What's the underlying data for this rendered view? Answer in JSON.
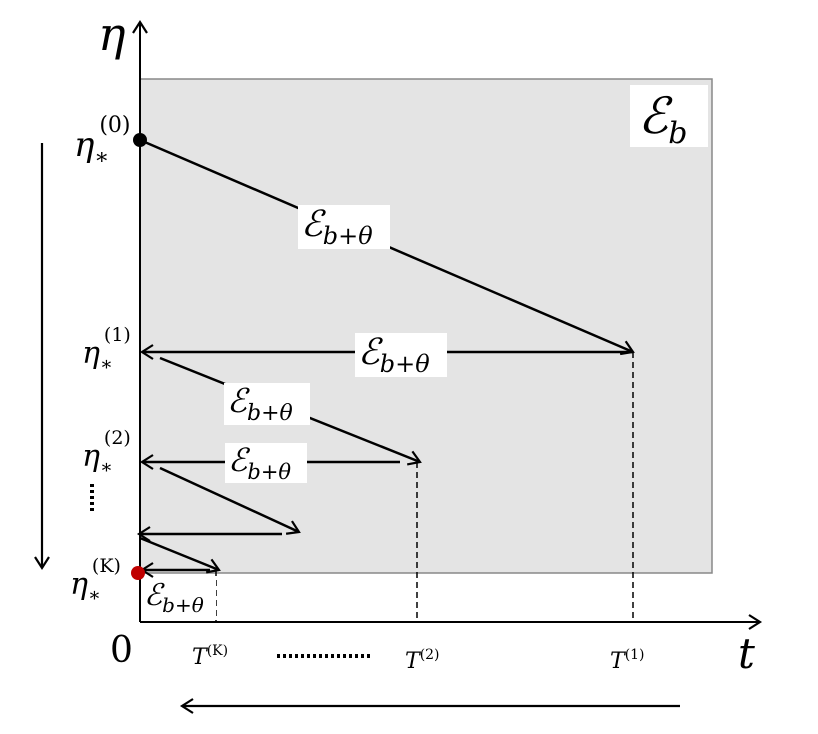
{
  "axes": {
    "y_label": "η",
    "x_label": "t",
    "origin_label": "0"
  },
  "region": {
    "label_main": "ℰ",
    "label_sub": "b",
    "fill": "#e4e4e4",
    "stroke": "#888888"
  },
  "levels": [
    {
      "base": "η",
      "sub": "∗",
      "sup": "(0)"
    },
    {
      "base": "η",
      "sub": "∗",
      "sup": "(1)"
    },
    {
      "base": "η",
      "sub": "∗",
      "sup": "(2)"
    },
    {
      "base": "η",
      "sub": "∗",
      "sup": "(K)"
    }
  ],
  "times": [
    {
      "base": "T",
      "sup": "(K)"
    },
    {
      "base": "T",
      "sup": "(2)"
    },
    {
      "base": "T",
      "sup": "(1)"
    }
  ],
  "segment_label": {
    "main": "ℰ",
    "sub": "b+θ"
  },
  "markers": {
    "start_color": "#000000",
    "end_color": "#c00000"
  }
}
